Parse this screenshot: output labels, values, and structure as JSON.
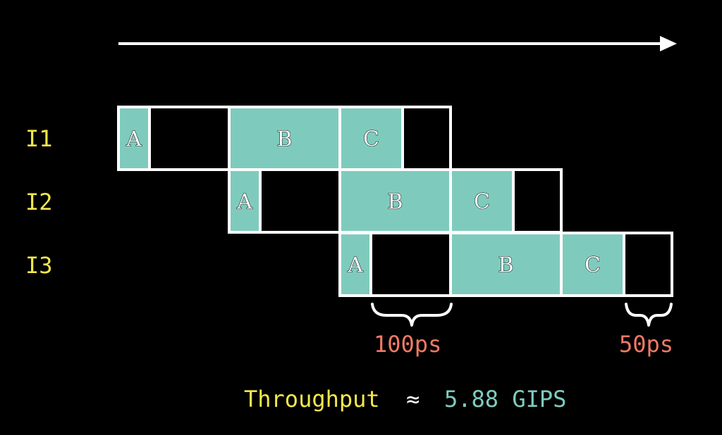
{
  "colors": {
    "background": "#000000",
    "stage_fill": "#7ecbbe",
    "instruction_label": "#f2e74b",
    "duration_label": "#f07a66",
    "throughput_label": "#f2e74b",
    "throughput_value": "#7ecbbe",
    "outline": "#ffffff"
  },
  "instructions": [
    {
      "label": "I1",
      "cells": [
        {
          "stage": "A",
          "filled": true
        },
        {
          "stage": "",
          "filled": false
        },
        {
          "stage": "B",
          "filled": true
        },
        {
          "stage": "C",
          "filled": true
        },
        {
          "stage": "",
          "filled": false
        }
      ]
    },
    {
      "label": "I2",
      "cells": [
        {
          "stage": "A",
          "filled": true
        },
        {
          "stage": "",
          "filled": false
        },
        {
          "stage": "B",
          "filled": true
        },
        {
          "stage": "C",
          "filled": true
        },
        {
          "stage": "",
          "filled": false
        }
      ]
    },
    {
      "label": "I3",
      "cells": [
        {
          "stage": "A",
          "filled": true
        },
        {
          "stage": "",
          "filled": false
        },
        {
          "stage": "B",
          "filled": true
        },
        {
          "stage": "C",
          "filled": true
        },
        {
          "stage": "",
          "filled": false
        }
      ]
    }
  ],
  "annotations": [
    {
      "text": "100ps"
    },
    {
      "text": "50ps"
    }
  ],
  "throughput": {
    "label": "Throughput",
    "symbol": "≈",
    "value": "5.88 GIPS"
  }
}
